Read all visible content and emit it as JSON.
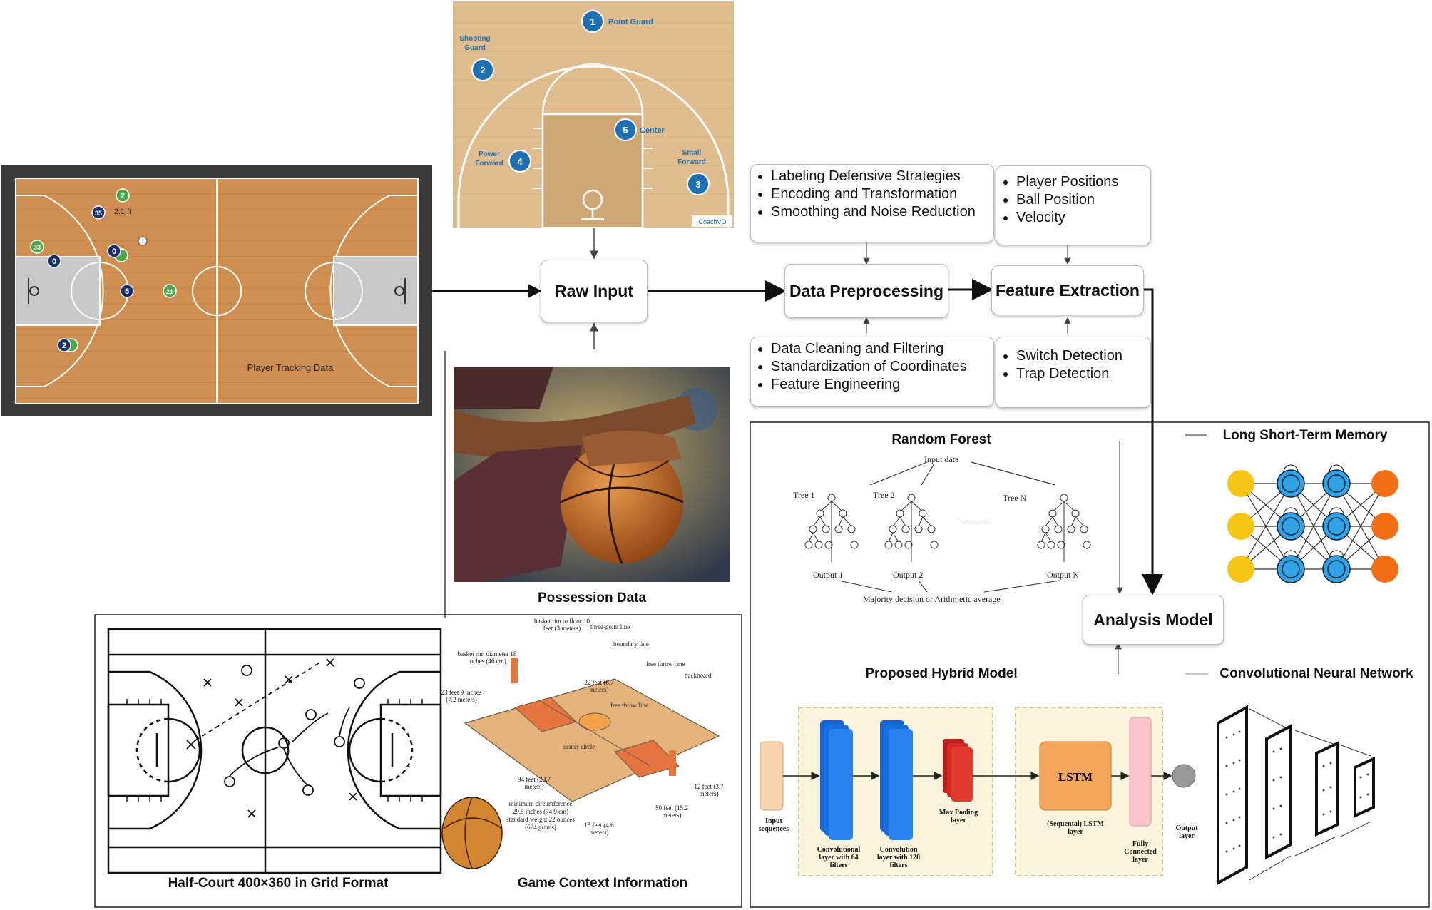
{
  "nodes": {
    "raw_input": "Raw Input",
    "data_preprocessing": "Data Preprocessing",
    "feature_extraction": "Feature Extraction",
    "analysis_model": "Analysis Model"
  },
  "preprocessing_top": [
    "Labeling Defensive Strategies",
    "Encoding and Transformation",
    "Smoothing and Noise Reduction"
  ],
  "preprocessing_bottom": [
    "Data Cleaning and Filtering",
    "Standardization of Coordinates",
    "Feature Engineering"
  ],
  "features_top": [
    "Player Positions",
    "Ball Position",
    "Velocity"
  ],
  "features_bottom": [
    "Switch Detection",
    "Trap Detection"
  ],
  "court_positions": {
    "point_guard": {
      "num": "1",
      "label": "Point Guard"
    },
    "shooting_guard": {
      "num": "2",
      "label": "Shooting Guard"
    },
    "small_forward": {
      "num": "3",
      "label": "Small Forward"
    },
    "power_forward": {
      "num": "4",
      "label": "Power Forward"
    },
    "center": {
      "num": "5",
      "label": "Center"
    },
    "logo": "CoachVO"
  },
  "tracking": {
    "caption": "Player Tracking Data",
    "distance": "2.1 ft",
    "players": [
      "2",
      "35",
      "33",
      "0",
      "0",
      "5",
      "21",
      "2"
    ]
  },
  "captions": {
    "possession": "Possession Data",
    "half_court": "Half-Court 400×360 in Grid Format",
    "game_context": "Game Context Information"
  },
  "court_diagram": {
    "rim_height": "basket rim to floor 10 feet (3 meters)",
    "three_point": "three-point line",
    "boundary": "boundary line",
    "free_throw_lane": "free throw lane",
    "backboard": "backboard",
    "rim_diameter": "basket rim diameter 18 inches (46 cm)",
    "corner": "23 feet 9 inches (7.2 meters)",
    "arc": "22 feet (6.7 meters)",
    "ft_line": "free throw line",
    "center_circle": "center circle",
    "length": "94 feet (28.7 meters)",
    "width": "50 feet (15.2 meters)",
    "lane_width": "12 feet (3.7 meters)",
    "ft_dist": "15 feet (4.6 meters)",
    "ball_specs": "minimum circumference 29.5 inches (74.9 cm) standard weight 22 ounces (624 grams)"
  },
  "random_forest": {
    "title": "Random Forest",
    "input": "Input data",
    "trees": [
      "Tree 1",
      "Tree 2",
      "Tree N"
    ],
    "dots": "………",
    "outputs": [
      "Output 1",
      "Output 2",
      "Output N"
    ],
    "aggregate": "Majority decision or Arithmetic average"
  },
  "lstm_title": "Long Short-Term Memory",
  "hybrid": {
    "title": "Proposed Hybrid Model",
    "input": "Input sequences",
    "conv64": "Convolutional layer with 64 filters",
    "conv128": "Convolution layer with 128 filters",
    "maxpool": "Max Pooling layer",
    "lstm_block": "LSTM",
    "lstm_label": "(Sequental) LSTM layer",
    "fc": "Fully Connected layer",
    "output": "Output layer"
  },
  "cnn_title": "Convolutional Neural Network",
  "colors": {
    "wood": "#d9a36b",
    "wood_dark": "#b9773f",
    "court_light": "#e8cfa6",
    "position_blue": "#1f6fb5",
    "lstm_yellow": "#f7c615",
    "lstm_blue": "#2fa2e8",
    "lstm_orange": "#f36d14",
    "conv_blue": "#1e7be6",
    "pool_red": "#e43a2e",
    "lstm_box": "#f5a65b",
    "fc_pink": "#f9c4cc"
  }
}
